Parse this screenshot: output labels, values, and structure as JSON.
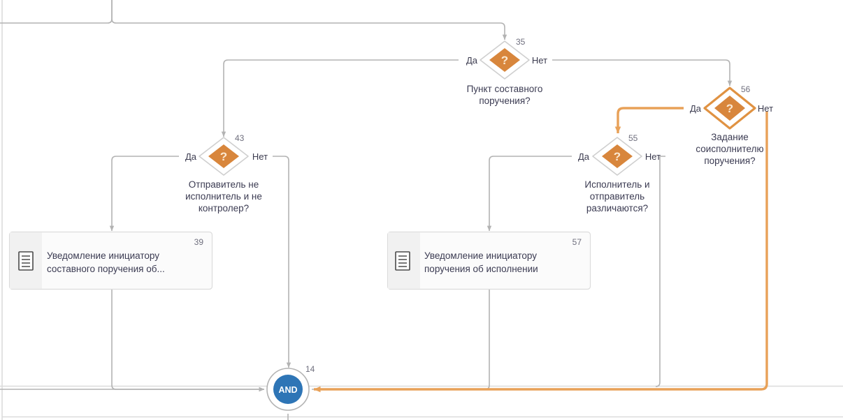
{
  "diagram": {
    "type": "flowchart",
    "background_color": "#ffffff",
    "lane_line_color": "#dcdcdc",
    "edge_color": "#b3b3b3",
    "highlight_color": "#e8a158",
    "gateway_fill": "#d8863c",
    "gateway_selected_stroke": "#e09242",
    "and_gate_fill": "#2e75b6",
    "nodes": [
      {
        "id": "gw35",
        "kind": "gateway",
        "number": "35",
        "glyph": "?",
        "caption_lines": [
          "Пункт составного",
          "поручения?"
        ],
        "yes_label": "Да",
        "no_label": "Нет",
        "selected": false
      },
      {
        "id": "gw43",
        "kind": "gateway",
        "number": "43",
        "glyph": "?",
        "caption_lines": [
          "Отправитель не",
          "исполнитель и не",
          "контролер?"
        ],
        "yes_label": "Да",
        "no_label": "Нет",
        "selected": false
      },
      {
        "id": "gw55",
        "kind": "gateway",
        "number": "55",
        "glyph": "?",
        "caption_lines": [
          "Исполнитель и",
          "отправитель",
          "различаются?"
        ],
        "yes_label": "Да",
        "no_label": "Нет",
        "selected": false
      },
      {
        "id": "gw56",
        "kind": "gateway",
        "number": "56",
        "glyph": "?",
        "caption_lines": [
          "Задание",
          "соисполнителю",
          "поручения?"
        ],
        "yes_label": "Да",
        "no_label": "Нет",
        "selected": true
      },
      {
        "id": "task39",
        "kind": "task",
        "number": "39",
        "icon": "document-icon",
        "label_lines": [
          "Уведомление инициатору",
          "составного поручения об..."
        ]
      },
      {
        "id": "task57",
        "kind": "task",
        "number": "57",
        "icon": "document-icon",
        "label_lines": [
          "Уведомление инициатору",
          "поручения об исполнении"
        ]
      },
      {
        "id": "and14",
        "kind": "and-gate",
        "number": "14",
        "label": "AND"
      }
    ]
  }
}
